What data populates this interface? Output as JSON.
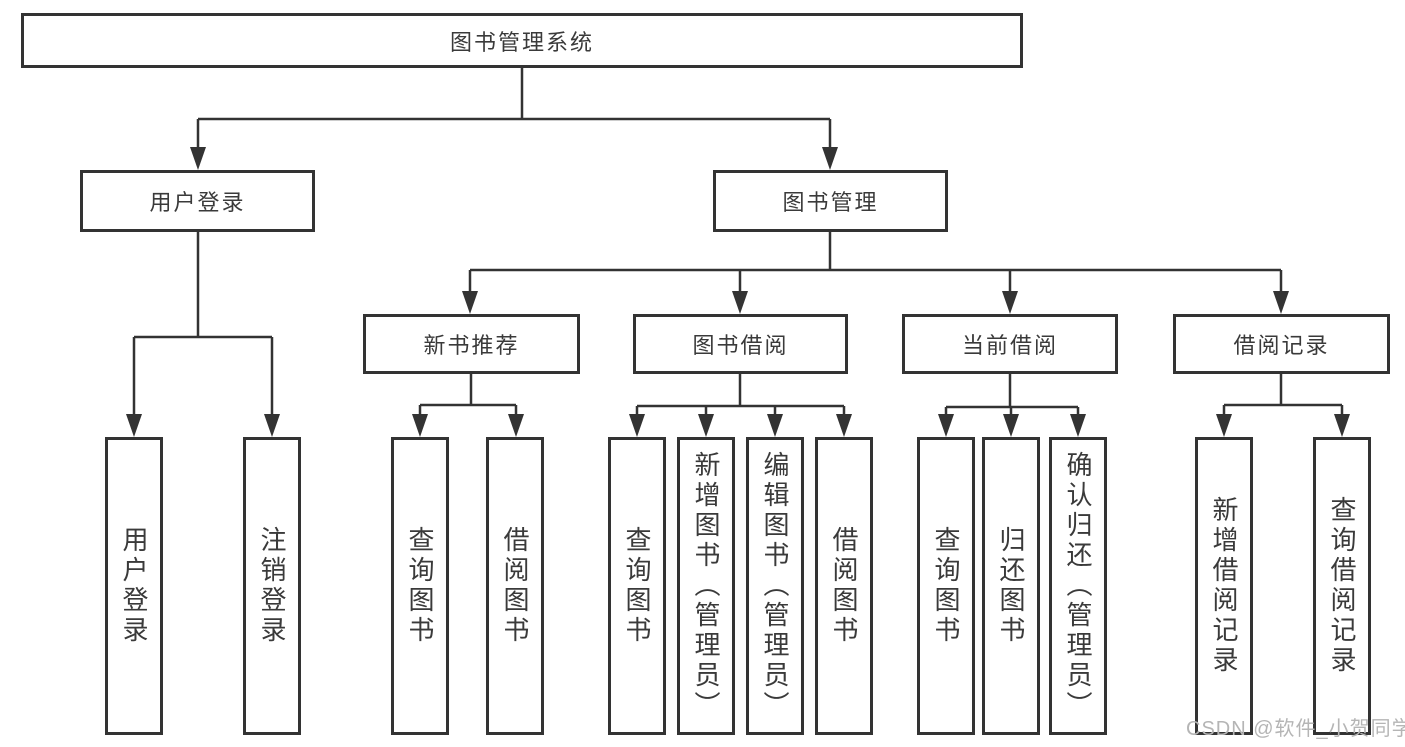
{
  "diagram": {
    "root": "图书管理系统",
    "level1": [
      "用户登录",
      "图书管理"
    ],
    "level2": [
      "新书推荐",
      "图书借阅",
      "当前借阅",
      "借阅记录"
    ],
    "leaves": [
      "用户登录",
      "注销登录",
      "查询图书",
      "借阅图书",
      "查询图书",
      "新增图书（管理员）",
      "编辑图书（管理员）",
      "借阅图书",
      "查询图书",
      "归还图书",
      "确认归还（管理员）",
      "新增借阅记录",
      "查询借阅记录"
    ]
  },
  "watermark": "CSDN @软件_小贺同学",
  "colors": {
    "line": "#333333",
    "border": "#333333",
    "text": "#3a3a3a",
    "watermark": "#b5b5b5",
    "background": "#ffffff"
  }
}
